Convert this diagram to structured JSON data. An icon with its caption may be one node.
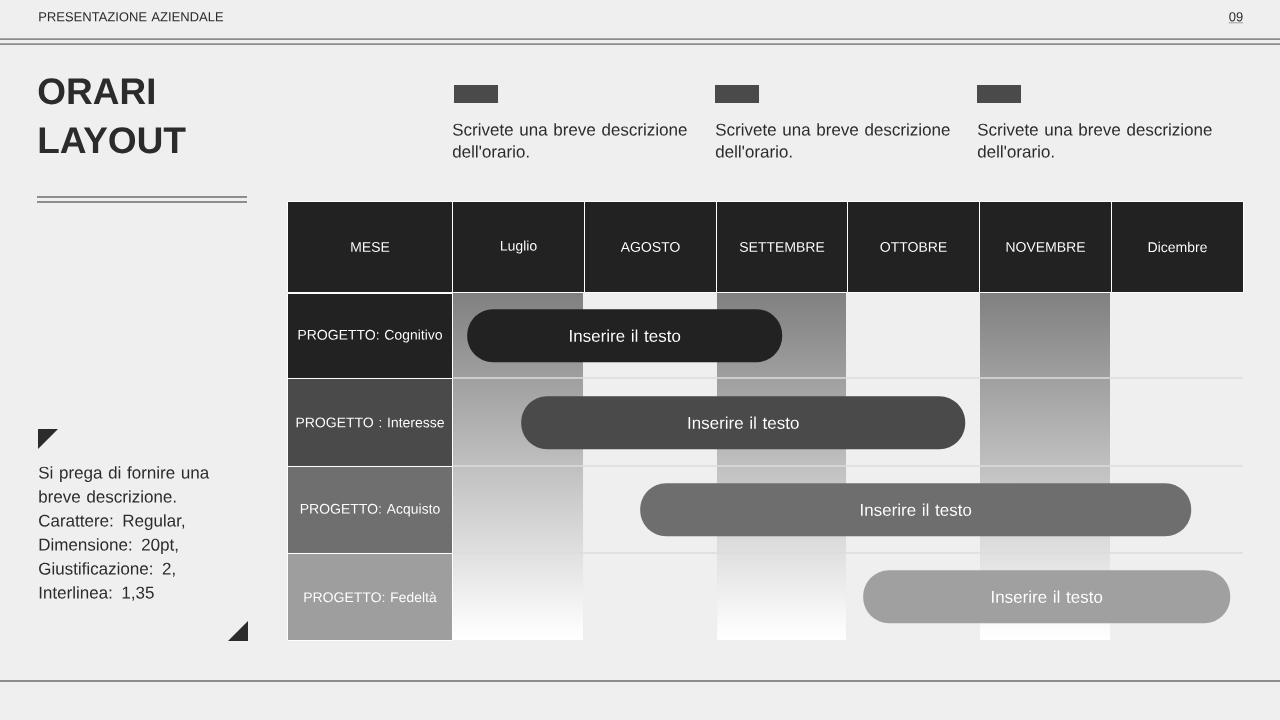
{
  "diagram": {
    "title": "ORARI LAYOUT",
    "nodes": [
      {
        "text": [
          "MESE"
        ]
      },
      {
        "text": [
          "Luglio"
        ]
      },
      {
        "text": [
          "AGOSTO"
        ]
      },
      {
        "text": [
          "SETTEMBRE"
        ]
      },
      {
        "text": [
          "OTTOBRE"
        ]
      },
      {
        "text": [
          "NOVEMBRE"
        ]
      },
      {
        "text": [
          "Dicembre"
        ]
      },
      {
        "text": [
          "PROGETTO: Cognitivo"
        ]
      },
      {
        "text": [
          "PROGETTO : Interesse"
        ]
      },
      {
        "text": [
          "PROGETTO: Acquisto"
        ]
      },
      {
        "text": [
          "PROGETTO: Fedeltà"
        ]
      },
      {
        "text": [
          "Inserire il testo"
        ]
      },
      {
        "text": [
          "Inserire il testo"
        ]
      },
      {
        "text": [
          "Inserire il testo"
        ]
      },
      {
        "text": [
          "Inserire il testo"
        ]
      }
    ],
    "labels": [
      "PRESENTAZIONE AZIENDALE",
      "09",
      "Scrivete una breve descrizione dell'orario.",
      "Scrivete una breve descrizione dell'orario.",
      "Scrivete una breve descrizione dell'orario.",
      "Si prega di fornire una breve descrizione. Carattere: Regular, Dimensione: 20pt, Giustificazione: 2, Interlinea: 1,35"
    ]
  }
}
